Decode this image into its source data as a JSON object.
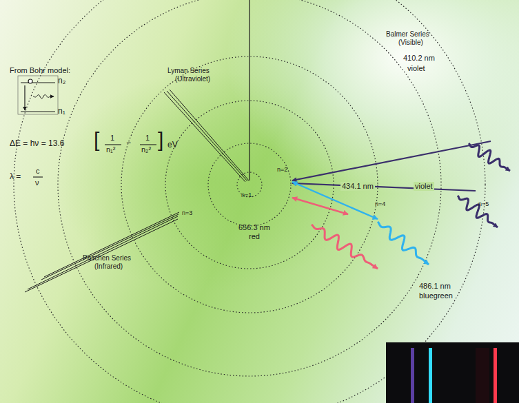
{
  "diagram": {
    "labels": [
      "From Bohr model:",
      "n₂",
      "n₁",
      "ΔE = hν = 13.6",
      "[",
      "1",
      "n₁²",
      "−",
      "1",
      "n₂²",
      "]",
      "eV",
      "λ =",
      "c",
      "ν",
      "Lyman Series",
      "(Ultraviolet)",
      "Balmer Series",
      "(Visible)",
      "410.2 nm",
      "violet",
      "434.1 nm",
      "violet",
      "n=2",
      "n=1",
      "n=3",
      "n=4",
      "n=5",
      "656.3 nm",
      "red",
      "486.1 nm",
      "bluegreen",
      "Paschen Series",
      "(Infrared)"
    ]
  }
}
